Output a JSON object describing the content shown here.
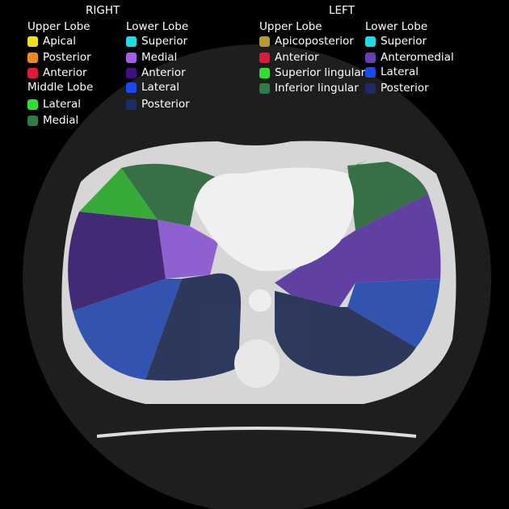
{
  "right": {
    "title": "RIGHT",
    "upper": {
      "header": "Upper Lobe",
      "items": [
        {
          "label": "Apical",
          "color": "#f2e01a"
        },
        {
          "label": "Posterior",
          "color": "#f08a1c"
        },
        {
          "label": "Anterior",
          "color": "#e0193a"
        }
      ]
    },
    "middle": {
      "header": "Middle Lobe",
      "items": [
        {
          "label": "Lateral",
          "color": "#2fe02c"
        },
        {
          "label": "Medial",
          "color": "#2f7a45"
        }
      ]
    },
    "lower": {
      "header": "Lower Lobe",
      "items": [
        {
          "label": "Superior",
          "color": "#19dde6"
        },
        {
          "label": "Medial",
          "color": "#a65de6"
        },
        {
          "label": "Anterior",
          "color": "#3d1280"
        },
        {
          "label": "Lateral",
          "color": "#1a4af0"
        },
        {
          "label": "Posterior",
          "color": "#1c2c66"
        }
      ]
    }
  },
  "left": {
    "title": "LEFT",
    "upper": {
      "header": "Upper Lobe",
      "items": [
        {
          "label": "Apicoposterior",
          "color": "#b89a2a"
        },
        {
          "label": "Anterior",
          "color": "#e0193a"
        },
        {
          "label": "Superior lingular",
          "color": "#2fe02c"
        },
        {
          "label": "Inferior lingular",
          "color": "#2f7a45"
        }
      ]
    },
    "lower": {
      "header": "Lower Lobe",
      "items": [
        {
          "label": "Superior",
          "color": "#19dde6"
        },
        {
          "label": "Anteromedial",
          "color": "#6a3db0"
        },
        {
          "label": "Lateral",
          "color": "#1a4af0"
        },
        {
          "label": "Posterior",
          "color": "#1c2c66"
        }
      ]
    }
  }
}
